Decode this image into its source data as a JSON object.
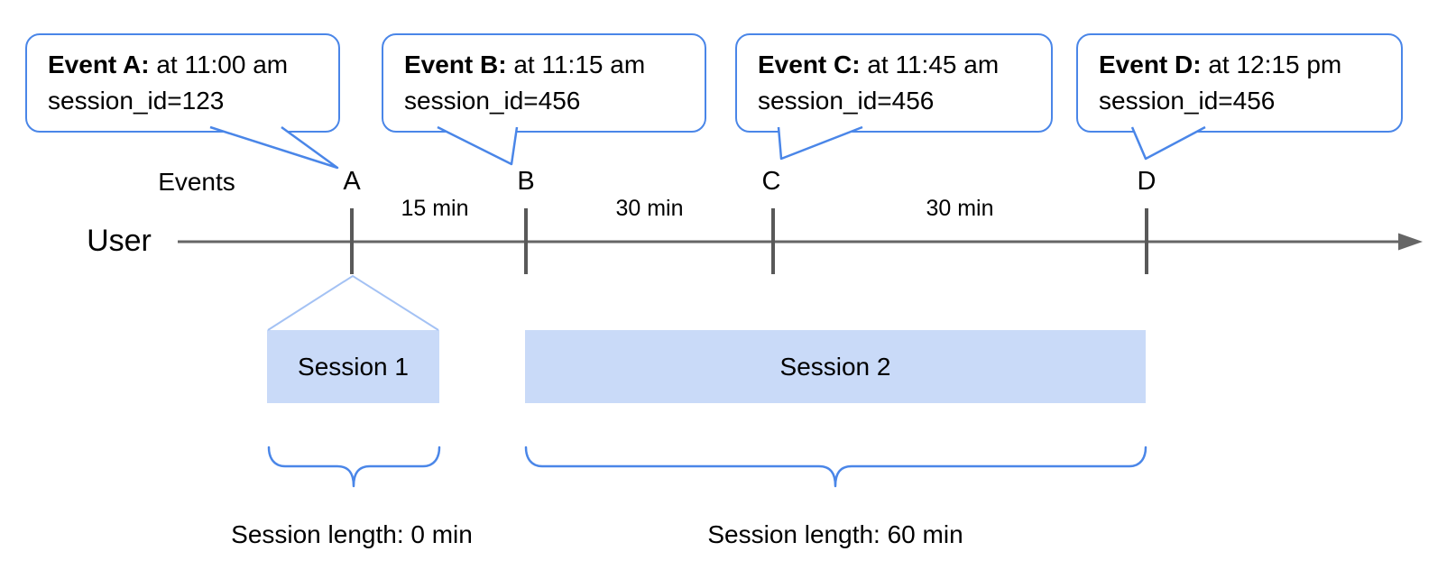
{
  "diagram": {
    "events_label": "Events",
    "user_label": "User",
    "bubbles": [
      {
        "letter": "A",
        "title": "Event A:",
        "detail": " at 11:00 am",
        "session": "session_id=123"
      },
      {
        "letter": "B",
        "title": "Event B:",
        "detail": " at 11:15 am",
        "session": "session_id=456"
      },
      {
        "letter": "C",
        "title": "Event C:",
        "detail": " at 11:45 am",
        "session": "session_id=456"
      },
      {
        "letter": "D",
        "title": "Event D:",
        "detail": " at 12:15 pm",
        "session": "session_id=456"
      }
    ],
    "intervals": [
      "15 min",
      "30 min",
      "30 min"
    ],
    "sessions": [
      {
        "label": "Session 1",
        "length_label": "Session length: 0 min"
      },
      {
        "label": "Session 2",
        "length_label": "Session length: 60 min"
      }
    ],
    "colors": {
      "bubble_border": "#4a86e8",
      "session_fill": "#c9daf8",
      "funnel_line": "#a4c2f4",
      "brace": "#4a86e8",
      "timeline": "#666666",
      "tick": "#595959",
      "text": "#000000"
    }
  }
}
